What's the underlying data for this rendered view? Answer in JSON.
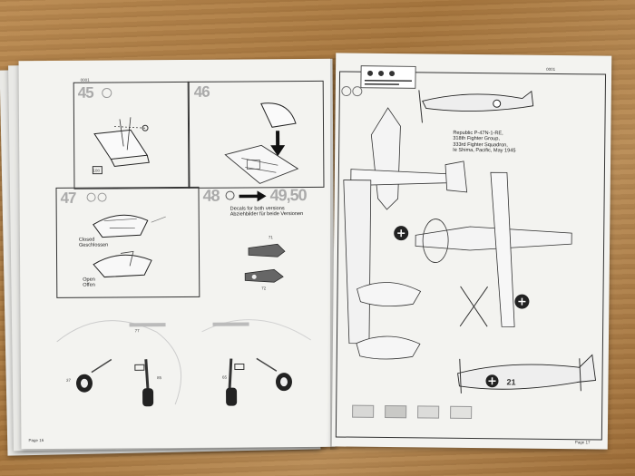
{
  "left_page": {
    "header_code": "0001",
    "footer": "Page 16",
    "steps": [
      {
        "number": "45"
      },
      {
        "number": "46"
      },
      {
        "number": "47"
      },
      {
        "number": "48",
        "arrow_target": "49,50",
        "note_en": "Decals for both versions",
        "note_de": "Abziehbilder für beide Versionen"
      }
    ],
    "closed_label": [
      "Closed",
      "Geschlossen"
    ],
    "open_label": [
      "Open",
      "Offen"
    ],
    "part_numbers": [
      "108",
      "77",
      "71",
      "72",
      "37",
      "85",
      "65"
    ]
  },
  "right_page": {
    "header_code": "0001",
    "footer": "Page 17",
    "caption": [
      "Republic P-47N-1-RE,",
      "318th Fighter Group,",
      "333rd Fighter Squadron,",
      "Ie Shima, Pacific, May 1945"
    ],
    "aircraft_code": "21",
    "color_swatches": [
      "#d8d8d6",
      "#c9c9c6",
      "#dcdcda",
      "#e2e2df"
    ]
  }
}
